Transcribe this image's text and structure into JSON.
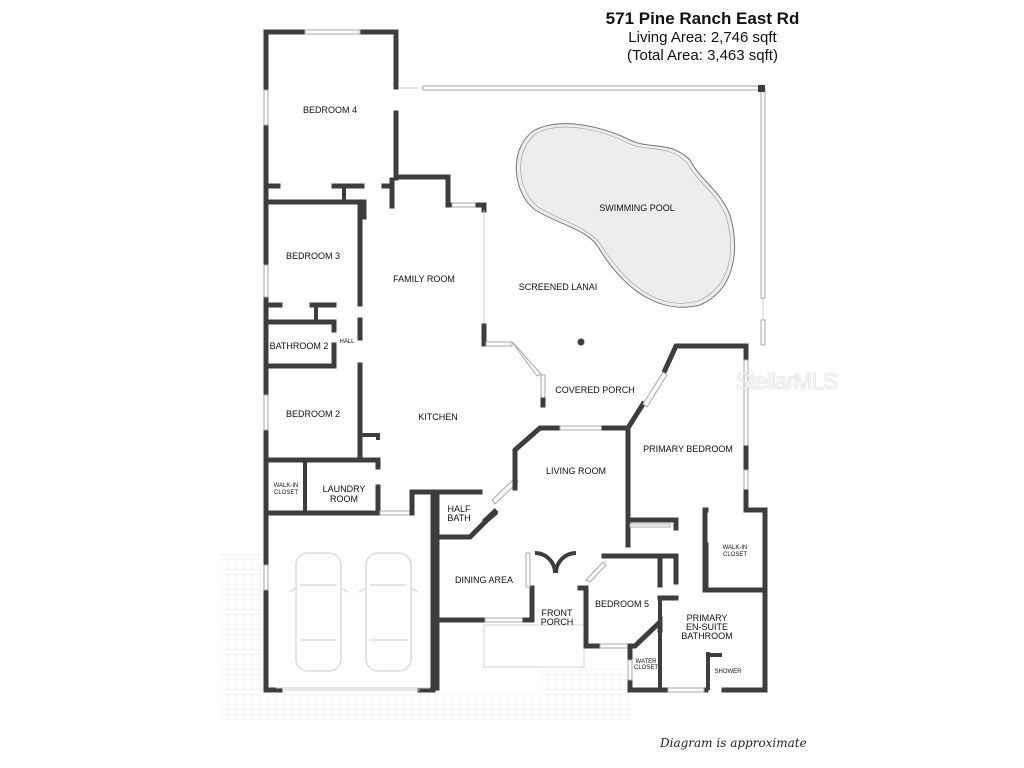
{
  "header": {
    "address": "571 Pine Ranch East Rd",
    "living_area": "Living Area: 2,746 sqft",
    "total_area": "(Total Area: 3,463 sqft)"
  },
  "rooms": {
    "bedroom4": "BEDROOM 4",
    "bedroom3": "BEDROOM 3",
    "bathroom2": "BATHROOM 2",
    "hall": "HALL",
    "bedroom2": "BEDROOM 2",
    "walkin_closet_1": [
      "WALK-IN",
      "CLOSET"
    ],
    "laundry": [
      "LAUNDRY",
      "ROOM"
    ],
    "family_room": "FAMILY ROOM",
    "kitchen": "KITCHEN",
    "half_bath": [
      "HALF",
      "BATH"
    ],
    "screened_lanai": "SCREENED LANAI",
    "swimming_pool": "SWIMMING POOL",
    "covered_porch": "COVERED PORCH",
    "living_room": "LIVING ROOM",
    "dining_area": "DINING AREA",
    "front_porch": [
      "FRONT",
      "PORCH"
    ],
    "bedroom5": "BEDROOM 5",
    "primary_bedroom": "PRIMARY BEDROOM",
    "walkin_closet_2": [
      "WALK-IN",
      "CLOSET"
    ],
    "primary_bath": [
      "PRIMARY",
      "EN-SUITE",
      "BATHROOM"
    ],
    "water_closet": [
      "WATER",
      "CLOSET"
    ],
    "shower": "SHOWER"
  },
  "watermark": "StellarMLS",
  "footer": "Diagram is approximate"
}
